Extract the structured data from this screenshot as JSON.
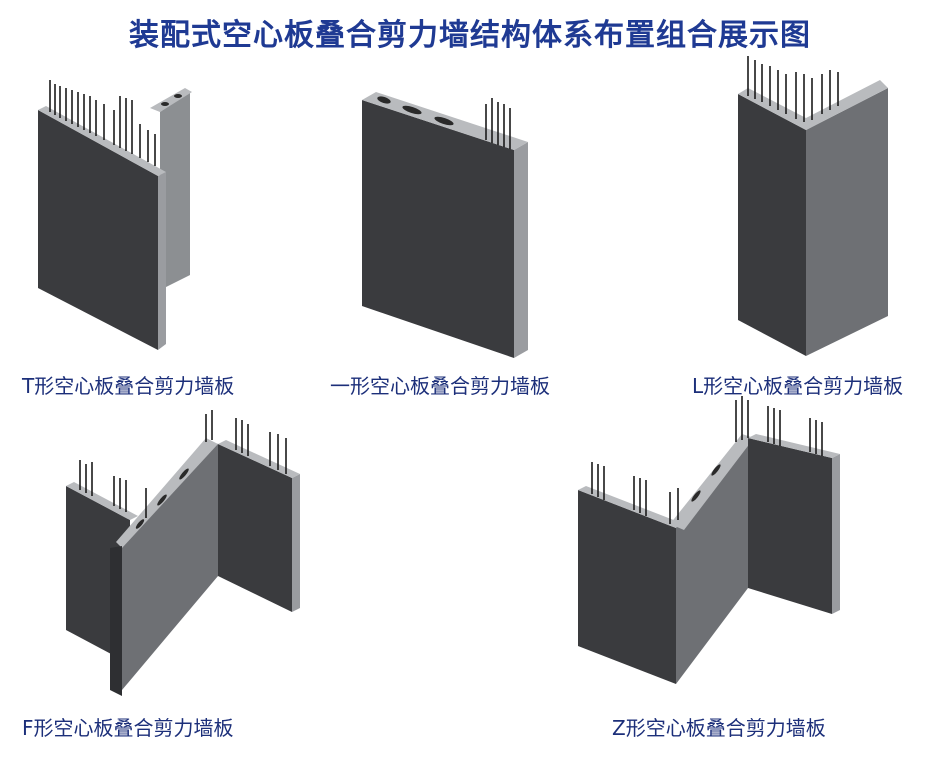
{
  "title": "装配式空心板叠合剪力墙结构体系布置组合展示图",
  "panels": [
    {
      "label": "T形空心板叠合剪力墙板"
    },
    {
      "label": "一形空心板叠合剪力墙板"
    },
    {
      "label": "L形空心板叠合剪力墙板"
    },
    {
      "label": "F形空心板叠合剪力墙板"
    },
    {
      "label": "Z形空心板叠合剪力墙板"
    }
  ]
}
